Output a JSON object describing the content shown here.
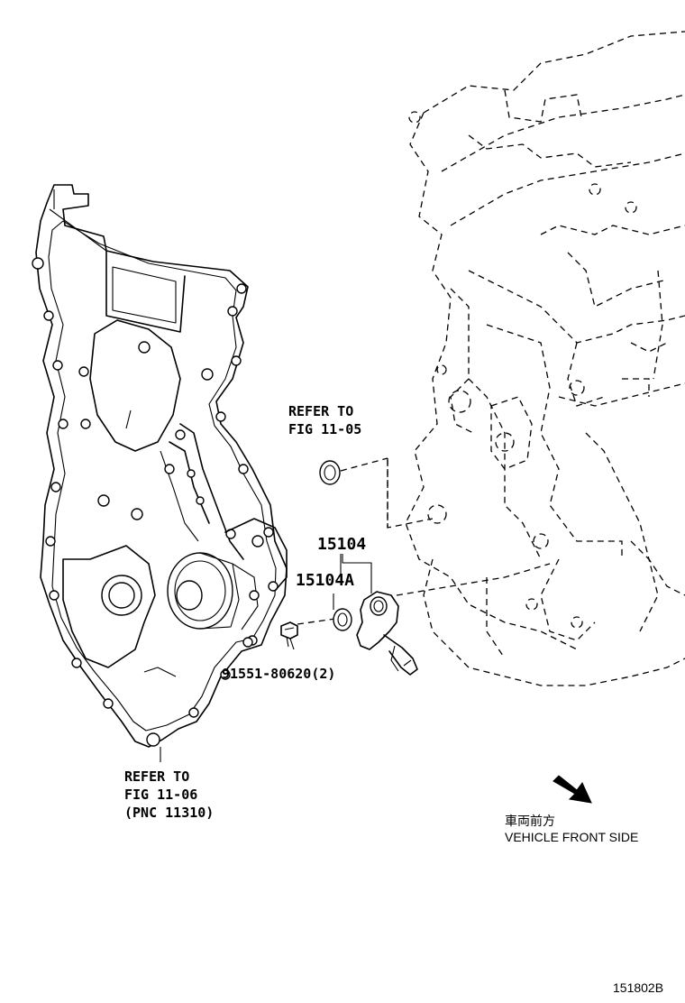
{
  "labels": {
    "refer_top_line1": "REFER TO",
    "refer_top_line2": "FIG 11-05",
    "part_15104": "15104",
    "part_15104a": "15104A",
    "bolt_part": "91551-80620(2)",
    "refer_bottom_line1": "REFER TO",
    "refer_bottom_line2": "FIG 11-06",
    "refer_bottom_line3": "(PNC 11310)",
    "direction_jp": "車両前方",
    "direction_en": "VEHICLE FRONT SIDE",
    "figure_id": "151802B"
  },
  "icons": {
    "direction_arrow": "arrow-down-right-icon"
  }
}
